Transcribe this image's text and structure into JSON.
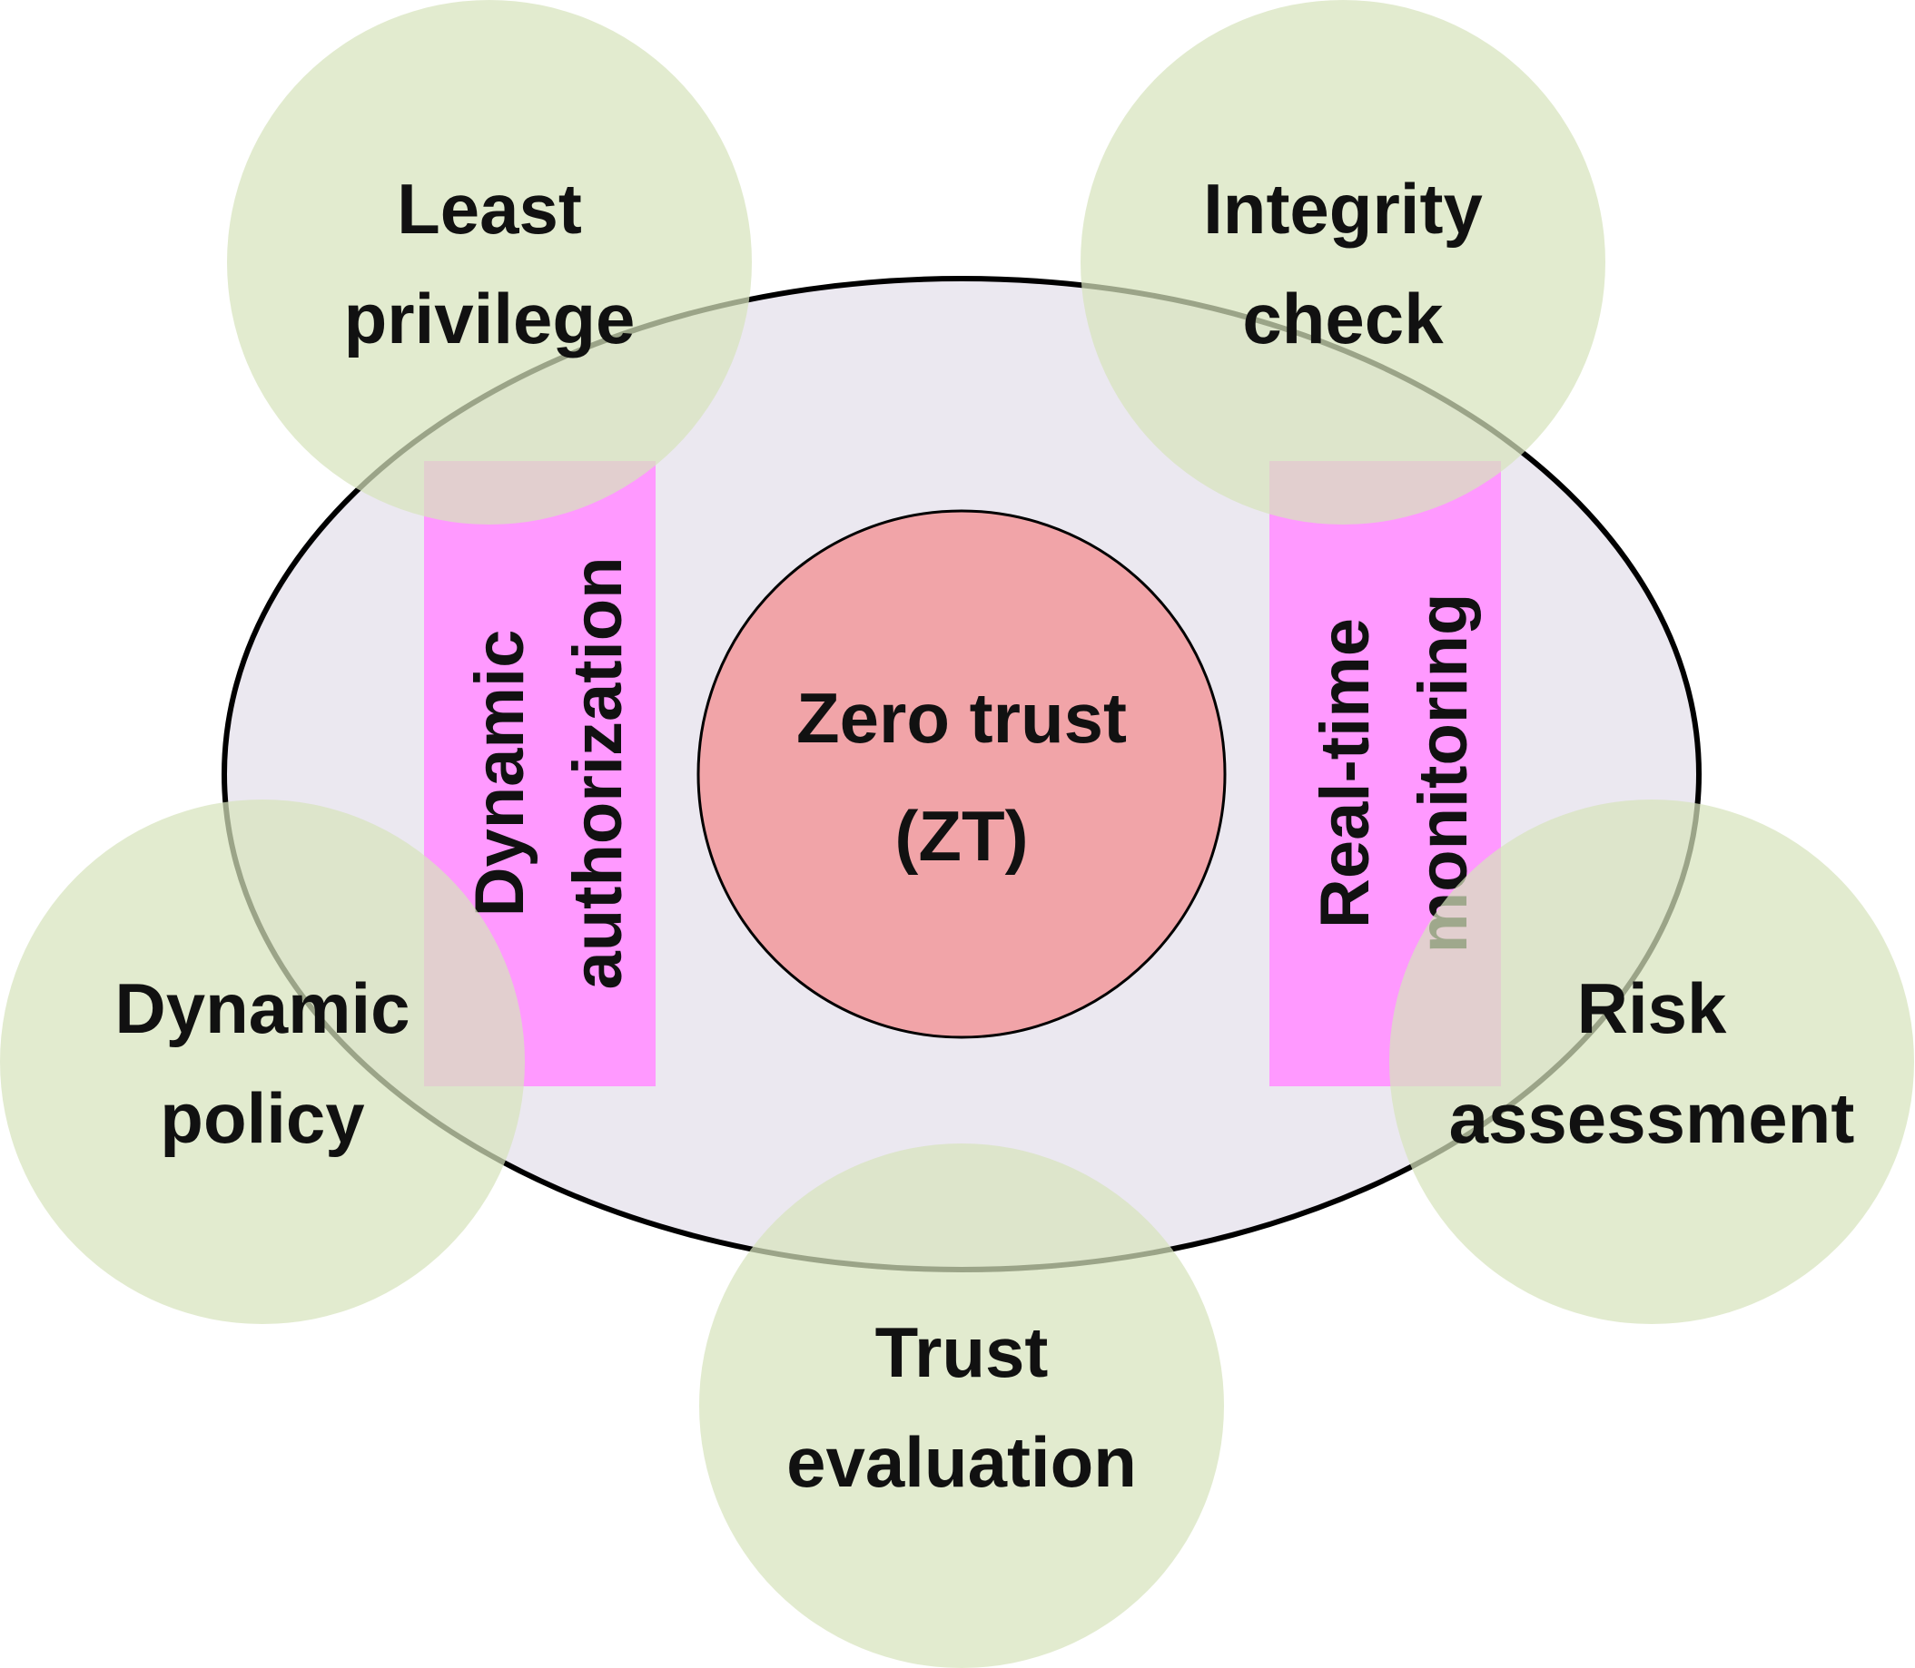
{
  "colors": {
    "background": "#ffffff",
    "outer_ellipse_fill": "#ebe8f0",
    "outer_ellipse_stroke": "#000000",
    "center_circle_fill": "#f1a4a8",
    "side_bar_fill": "#ff99ff",
    "satellite_circle_fill": "#d7e3bd",
    "text": "#111111"
  },
  "center": {
    "line1": "Zero trust",
    "line2": "(ZT)"
  },
  "bars": {
    "left": {
      "line1": "Dynamic",
      "line2": "authorization"
    },
    "right": {
      "line1": "Real-time",
      "line2": "monitoring"
    }
  },
  "satellites": {
    "least_privilege": {
      "line1": "Least",
      "line2": "privilege"
    },
    "integrity_check": {
      "line1": "Integrity",
      "line2": "check"
    },
    "dynamic_policy": {
      "line1": "Dynamic",
      "line2": "policy"
    },
    "risk_assessment": {
      "line1": "Risk",
      "line2": "assessment"
    },
    "trust_evaluation": {
      "line1": "Trust",
      "line2": "evaluation"
    }
  }
}
